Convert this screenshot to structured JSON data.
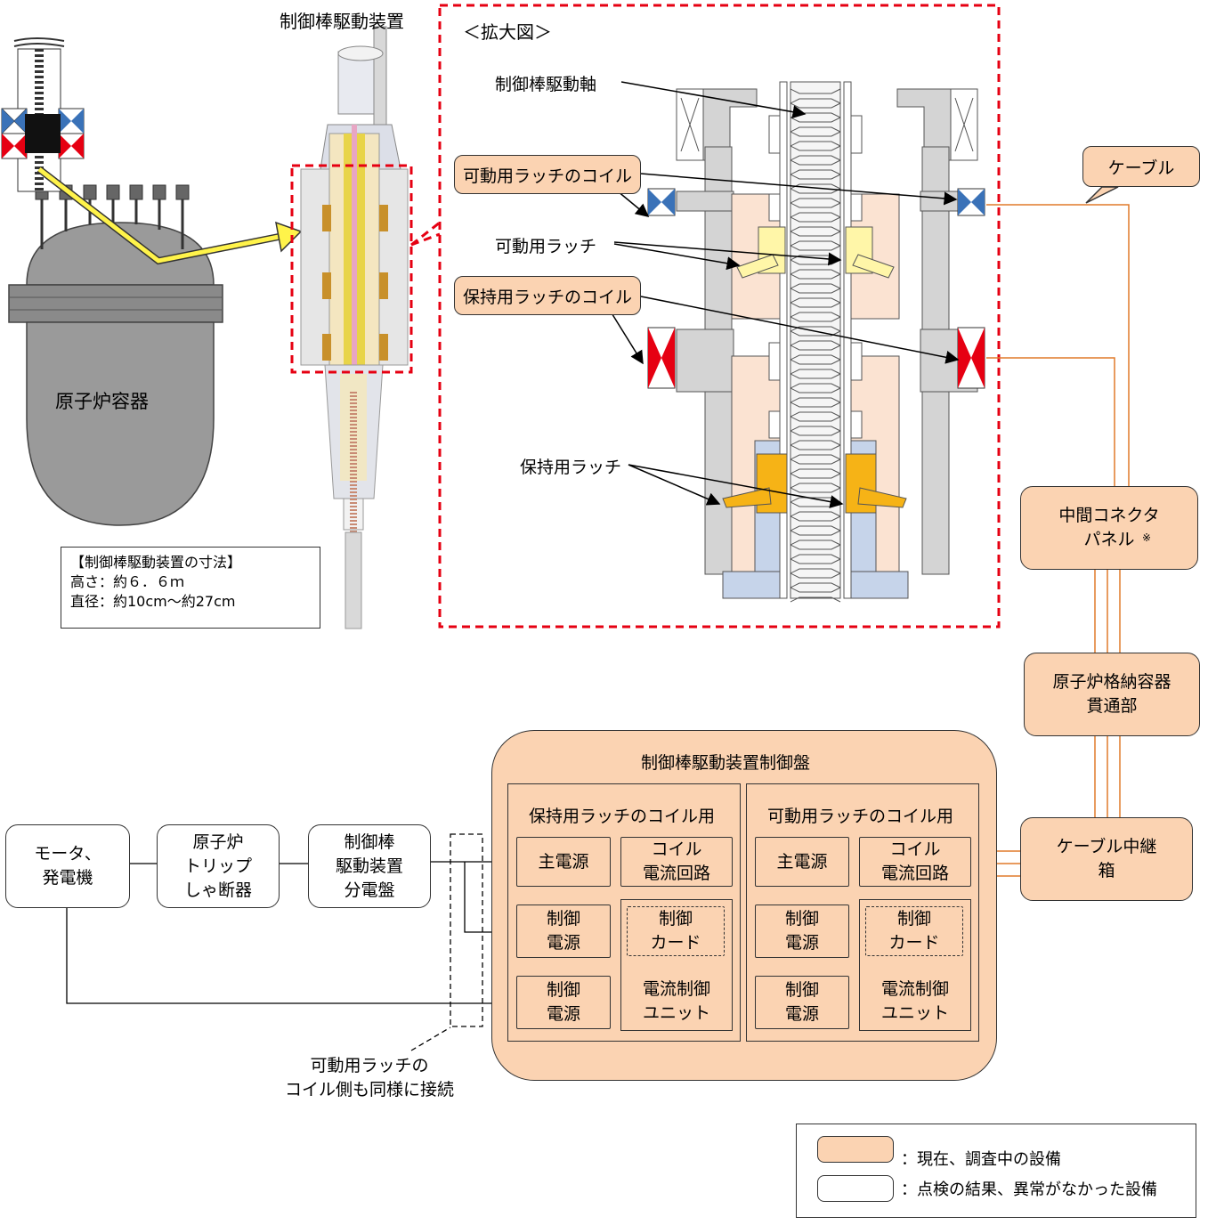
{
  "top": {
    "crdm_title": "制御棒駆動装置",
    "zoom_title": "＜拡大図＞",
    "vessel_label": "原子炉容器",
    "dimensions": {
      "heading": "【制御棒駆動装置の寸法】",
      "height": "高さ：約６．６ｍ",
      "diameter": "直径：約10cm～約27cm"
    },
    "labels": {
      "drive_shaft": "制御棒駆動軸",
      "movable_coil": "可動用ラッチのコイル",
      "movable_latch": "可動用ラッチ",
      "holding_coil": "保持用ラッチのコイル",
      "holding_latch": "保持用ラッチ",
      "cable": "ケーブル"
    }
  },
  "right_chain": {
    "intermediate_panel": "中間コネクタ\nパネル",
    "intermediate_mark": "※",
    "penetration": "原子炉格納容器\n貫通部",
    "junction_box": "ケーブル中継\n箱"
  },
  "bottom": {
    "motor": "モータ、\n発電機",
    "breaker": "原子炉\nトリップ\nしゃ断器",
    "distribution": "制御棒\n駆動装置\n分電盤",
    "control_panel": {
      "title": "制御棒駆動装置制御盤",
      "holding_section": {
        "title": "保持用ラッチのコイル用",
        "main_power": "主電源",
        "coil_circuit": "コイル\n電流回路",
        "control_power_1": "制御\n電源",
        "control_card": "制御\nカード",
        "control_power_2": "制御\n電源",
        "current_unit": "電流制御\nユニット"
      },
      "movable_section": {
        "title": "可動用ラッチのコイル用",
        "main_power": "主電源",
        "coil_circuit": "コイル\n電流回路",
        "control_power_1": "制御\n電源",
        "control_card": "制御\nカード",
        "control_power_2": "制御\n電源",
        "current_unit": "電流制御\nユニット"
      }
    },
    "note": "可動用ラッチの\nコイル側も同様に接続"
  },
  "legend": {
    "investigating": "：現在、調査中の設備",
    "normal": "：点検の結果、異常がなかった設備"
  },
  "colors": {
    "peach": "#fbd3b2",
    "red_dashed": "#e60012",
    "cable": "#e07a2a",
    "coil_blue": "#3a72b8",
    "coil_red": "#e60012",
    "latch_yellow": "#fff6a8",
    "latch_orange": "#f6b316"
  }
}
